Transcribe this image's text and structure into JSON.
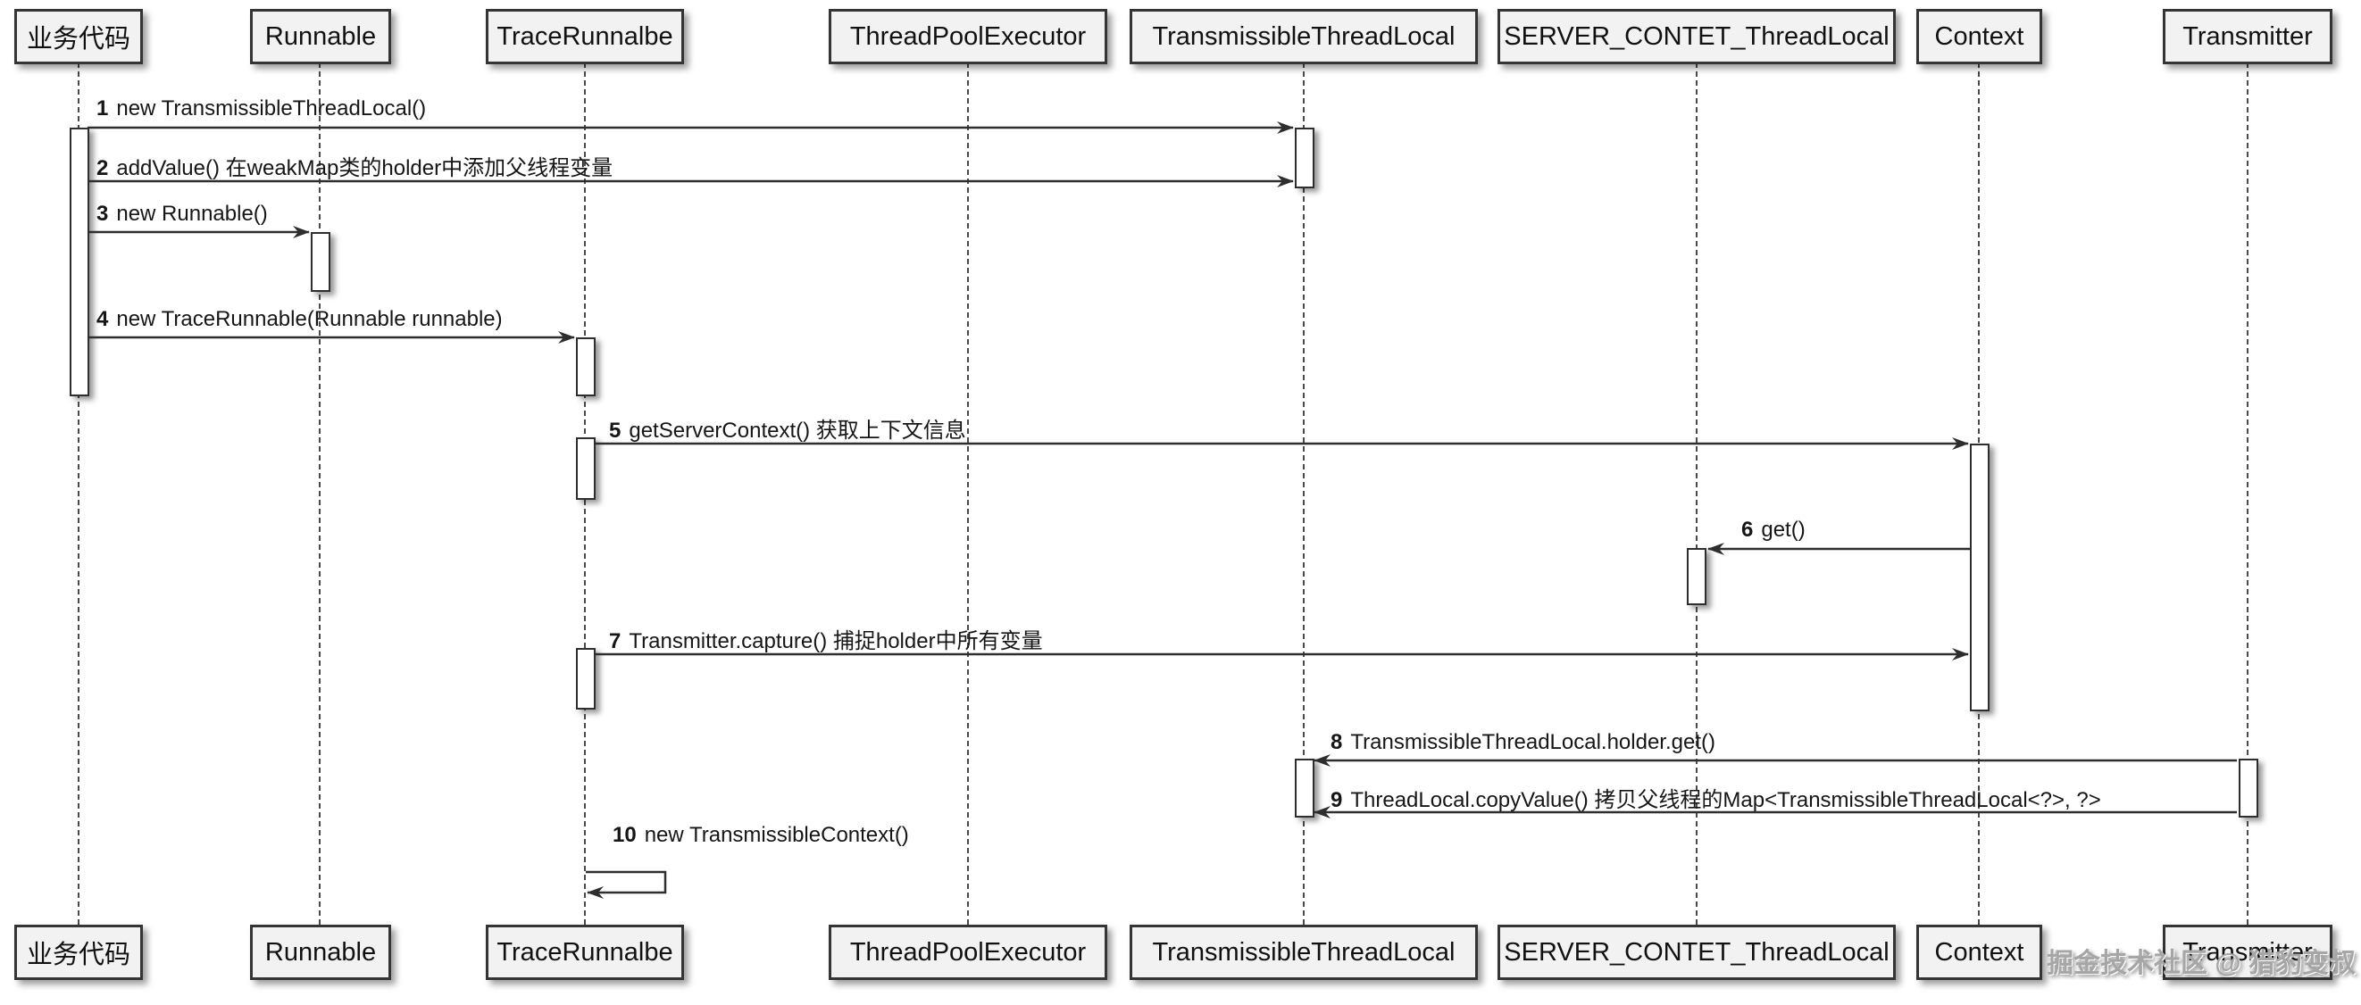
{
  "diagram": {
    "type": "uml-sequence-diagram",
    "watermark": "掘金技术社区 @ 猎豹变叔",
    "participants": [
      {
        "name": "业务代码"
      },
      {
        "name": "Runnable"
      },
      {
        "name": "TraceRunnalbe"
      },
      {
        "name": "ThreadPoolExecutor"
      },
      {
        "name": "TransmissibleThreadLocal"
      },
      {
        "name": "SERVER_CONTET_ThreadLocal"
      },
      {
        "name": "Context"
      },
      {
        "name": "Transmitter"
      }
    ],
    "messages": [
      {
        "num": "1",
        "text": "new TransmissibleThreadLocal()",
        "from": "业务代码",
        "to": "TransmissibleThreadLocal"
      },
      {
        "num": "2",
        "text": "addValue() 在weakMap类的holder中添加父线程变量",
        "from": "业务代码",
        "to": "TransmissibleThreadLocal"
      },
      {
        "num": "3",
        "text": "new Runnable()",
        "from": "业务代码",
        "to": "Runnable"
      },
      {
        "num": "4",
        "text": "new TraceRunnable(Runnable runnable)",
        "from": "业务代码",
        "to": "TraceRunnalbe"
      },
      {
        "num": "5",
        "text": "getServerContext() 获取上下文信息",
        "from": "TraceRunnalbe",
        "to": "Context"
      },
      {
        "num": "6",
        "text": "get()",
        "from": "Context",
        "to": "SERVER_CONTET_ThreadLocal"
      },
      {
        "num": "7",
        "text": "Transmitter.capture() 捕捉holder中所有变量",
        "from": "TraceRunnalbe",
        "to": "Context"
      },
      {
        "num": "8",
        "text": "TransmissibleThreadLocal.holder.get()",
        "from": "Transmitter",
        "to": "TransmissibleThreadLocal"
      },
      {
        "num": "9",
        "text": "ThreadLocal.copyValue() 拷贝父线程的Map<TransmissibleThreadLocal<?>, ?>",
        "from": "Transmitter",
        "to": "TransmissibleThreadLocal"
      },
      {
        "num": "10",
        "text": "new TransmissibleContext()",
        "from": "TraceRunnalbe",
        "to": "TraceRunnalbe"
      }
    ]
  }
}
